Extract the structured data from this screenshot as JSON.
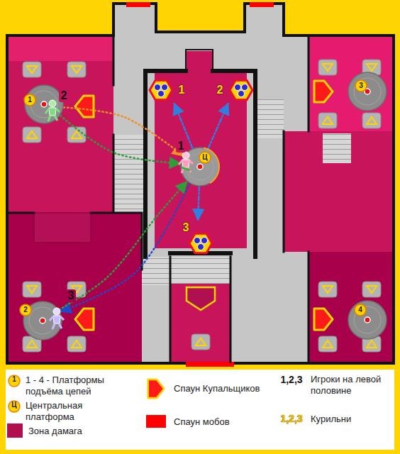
{
  "diagram": {
    "nodes": [
      {
        "text": [
          "1"
        ]
      },
      {
        "text": [
          "1"
        ]
      },
      {
        "text": [
          "2"
        ]
      },
      {
        "text": [
          "3"
        ]
      },
      {
        "text": [
          "Ц"
        ]
      },
      {
        "text": [
          "3"
        ]
      },
      {
        "text": [
          "2"
        ]
      },
      {
        "text": [
          "4"
        ]
      }
    ],
    "edges": [
      {
        "from": 0,
        "to": 4,
        "arrow": "to"
      },
      {
        "from": 0,
        "to": 4,
        "arrow": "to"
      },
      {
        "from": 4,
        "to": 6,
        "arrow": "to"
      },
      {
        "from": 6,
        "to": 4,
        "arrow": "to"
      },
      {
        "from": 4,
        "to": 1,
        "arrow": "to"
      },
      {
        "from": 4,
        "to": 2,
        "arrow": "to"
      },
      {
        "from": 4,
        "to": 5,
        "arrow": "to"
      }
    ],
    "labels": [
      "2",
      "1",
      "3",
      "1",
      "Ц",
      "1,2,3",
      "1,2,3"
    ],
    "legend": [
      {
        "text": "1 - 4 - Платформы подъёма цепей"
      },
      {
        "text": "Центральная платформа"
      },
      {
        "text": "Зона дамага",
        "color": "#b0104e"
      },
      {
        "text": "Спаун Купальщиков"
      },
      {
        "text": "Спаун мобов",
        "color": "#ff0000"
      },
      {
        "text": "Игроки на левой половине"
      },
      {
        "text": "Курильни"
      }
    ]
  }
}
